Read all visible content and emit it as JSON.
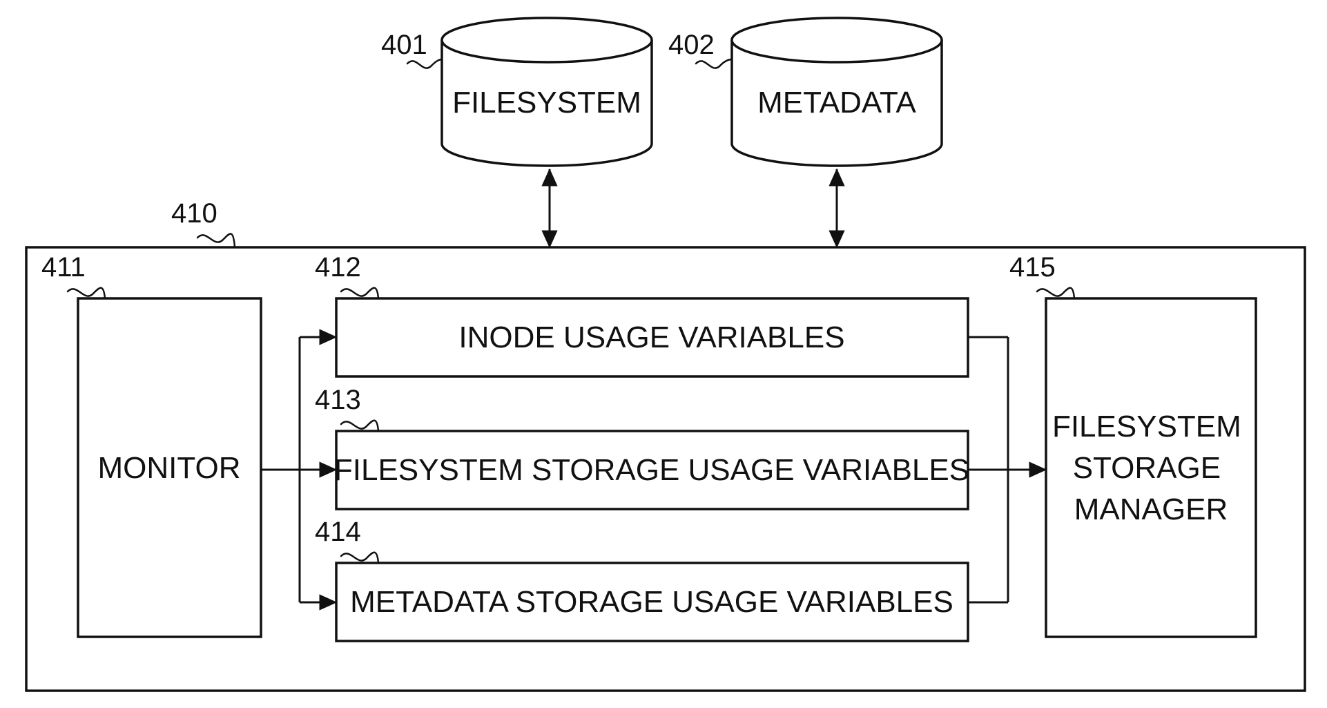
{
  "databases": {
    "filesystem": {
      "ref": "401",
      "label": "FILESYSTEM"
    },
    "metadata": {
      "ref": "402",
      "label": "METADATA"
    }
  },
  "system": {
    "ref": "410",
    "monitor": {
      "ref": "411",
      "label": "MONITOR"
    },
    "inode_usage_variables": {
      "ref": "412",
      "label": "INODE USAGE VARIABLES"
    },
    "filesystem_storage_usage_variables": {
      "ref": "413",
      "label": "FILESYSTEM STORAGE USAGE VARIABLES"
    },
    "metadata_storage_usage_variables": {
      "ref": "414",
      "label": "METADATA STORAGE USAGE VARIABLES"
    },
    "filesystem_storage_manager": {
      "ref": "415",
      "label_lines": [
        "FILESYSTEM",
        "STORAGE",
        "MANAGER"
      ]
    }
  }
}
